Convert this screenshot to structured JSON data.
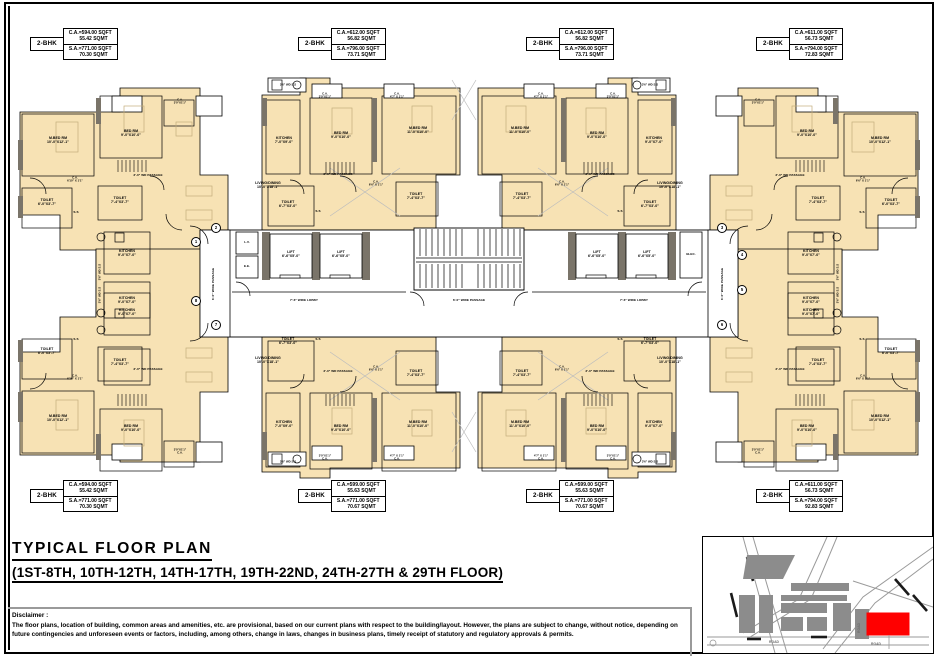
{
  "document": {
    "type": "architectural-floor-plan",
    "title_line1": "TYPICAL  FLOOR  PLAN",
    "title_line2": "(1ST-8TH, 10TH-12TH, 14TH-17TH, 19TH-22ND, 24TH-27TH & 29TH FLOOR)"
  },
  "disclaimer": {
    "heading": "Disclaimer :",
    "body": "The floor plans, location of building, common areas and amenities, etc. are provisional, based on our current plans with respect to the building/layout. However, the plans are subject to change, without notice, depending on future contingencies and unforeseen events or factors, including, among others, change in laws, changes in business plans, timely receipt of statutory and regulatory approvals & permits."
  },
  "colors": {
    "unit_fill": "#f7e2b4",
    "wall_dark": "#7a7469",
    "wall_black": "#000000",
    "paper": "#ffffff",
    "keyplan_plot": "#ff0000",
    "keyplan_grey": "#8c8c8c"
  },
  "area_legends": [
    {
      "id": "top-left",
      "bhk": "2-BHK",
      "carpet_label": "C.A.=594.00 SQFT",
      "carpet_sqmt": "55.42 SQMT",
      "saleable_label": "S.A.=771.00 SQFT",
      "saleable_sqmt": "70.30 SQMT"
    },
    {
      "id": "top-center-left",
      "bhk": "2-BHK",
      "carpet_label": "C.A.=612.00 SQFT",
      "carpet_sqmt": "56.82 SQMT",
      "saleable_label": "S.A.=796.00 SQFT",
      "saleable_sqmt": "73.71 SQMT"
    },
    {
      "id": "top-center-right",
      "bhk": "2-BHK",
      "carpet_label": "C.A.=612.00 SQFT",
      "carpet_sqmt": "56.82 SQMT",
      "saleable_label": "S.A.=796.00 SQFT",
      "saleable_sqmt": "73.71 SQMT"
    },
    {
      "id": "top-right",
      "bhk": "2-BHK",
      "carpet_label": "C.A.=611.00 SQFT",
      "carpet_sqmt": "56.73 SQMT",
      "saleable_label": "S.A.=794.00 SQFT",
      "saleable_sqmt": "72.83 SQMT"
    },
    {
      "id": "bottom-left",
      "bhk": "2-BHK",
      "carpet_label": "C.A.=594.00 SQFT",
      "carpet_sqmt": "55.42 SQMT",
      "saleable_label": "S.A.=771.00 SQFT",
      "saleable_sqmt": "70.30 SQMT"
    },
    {
      "id": "bottom-center-left",
      "bhk": "2-BHK",
      "carpet_label": "C.A.=599.00 SQFT",
      "carpet_sqmt": "55.63 SQMT",
      "saleable_label": "S.A.=771.00 SQFT",
      "saleable_sqmt": "70.67 SQMT"
    },
    {
      "id": "bottom-center-right",
      "bhk": "2-BHK",
      "carpet_label": "C.A.=599.00 SQFT",
      "carpet_sqmt": "55.63 SQMT",
      "saleable_label": "S.A.=771.00 SQFT",
      "saleable_sqmt": "70.67 SQMT"
    },
    {
      "id": "bottom-right",
      "bhk": "2-BHK",
      "carpet_label": "C.A.=611.00 SQFT",
      "carpet_sqmt": "56.73 SQMT",
      "saleable_label": "S.A.=794.00 SQFT",
      "saleable_sqmt": "92.83 SQMT"
    }
  ],
  "core": {
    "lift_label": "LIFT",
    "lift_size": "6'-6\"X5'-0\"",
    "lobby_left": "7'-6\" WIDE LOBBY",
    "lobby_right": "7'-6\" WIDE LOBBY",
    "passage_center": "6'-0\" WIDE PASSAGE",
    "passage_vert_left": "6'-0\" WIDE PASSAGE",
    "passage_vert_right": "6'-0\" WIDE PASSAGE",
    "lv": "L.V.",
    "ee": "E.E.",
    "elec": "ELEC."
  },
  "flat_numbers": [
    "1",
    "2",
    "3",
    "4",
    "5",
    "6",
    "7",
    "8"
  ],
  "rooms": {
    "master_bed": "M.BED RM",
    "bed": "BED RM",
    "living_dining": "LIVING/DINING",
    "kitchen": "KITCHEN",
    "toilet": "TOILET",
    "ca": "C.A.",
    "ss": "S.S",
    "passage_3ft": "3'-0\" WD PASSAGE",
    "duct_36": "3'6\" WD S.S"
  },
  "unit_labels": [
    {
      "unit": "top-left",
      "rooms": [
        {
          "name": "M.BED RM",
          "size": "10'-0\"X12'-1\""
        },
        {
          "name": "BED RM",
          "size": "9'-0\"X10'-0\""
        },
        {
          "name": "LIVING/DINING",
          "size": "10'-0\"X18'-1\""
        },
        {
          "name": "KITCHEN",
          "size": "9'-0\"X7'-0\""
        },
        {
          "name": "TOILET",
          "size": "6'-0\"X3'-7\""
        },
        {
          "name": "TOILET",
          "size": "7'-4\"X3'-7\""
        },
        {
          "name": "C.A.",
          "size": "6'10\" X 1'1\""
        },
        {
          "name": "C.A.",
          "size": "3'0\"X1'1\""
        }
      ]
    },
    {
      "unit": "top-center-left",
      "rooms": [
        {
          "name": "M.BED RM",
          "size": "11'-0\"X10'-0\""
        },
        {
          "name": "BED RM",
          "size": "9'-0\"X10'-0\""
        },
        {
          "name": "KITCHEN",
          "size": "7'-0\"X9'-0\""
        },
        {
          "name": "TOILET",
          "size": "7'-4\"X3'-7\""
        },
        {
          "name": "TOILET",
          "size": "6'-7\"X3'-0\""
        },
        {
          "name": "C.A.",
          "size": "6'6\" X 1'1\""
        },
        {
          "name": "C.A.",
          "size": "3'0\"X1'1\""
        },
        {
          "name": "C.A.",
          "size": "4'7\" X 1'1\""
        }
      ]
    },
    {
      "unit": "top-center-right",
      "rooms": [
        {
          "name": "M.BED RM",
          "size": "11'-0\"X10'-0\""
        },
        {
          "name": "BED RM",
          "size": "9'-0\"X10'-0\""
        },
        {
          "name": "KITCHEN",
          "size": "9'-0\"X7'-0\""
        },
        {
          "name": "TOILET",
          "size": "7'-4\"X3'-7\""
        },
        {
          "name": "C.A.",
          "size": "6'6\" X 1'1\""
        },
        {
          "name": "C.A.",
          "size": "4'7\" X 1'1\""
        },
        {
          "name": "C.A.",
          "size": "3'0\"X1'1\""
        }
      ]
    },
    {
      "unit": "top-right",
      "rooms": [
        {
          "name": "M.BED RM",
          "size": "10'-0\"X12'-1\""
        },
        {
          "name": "BED RM",
          "size": "9'-0\"X10'-0\""
        },
        {
          "name": "LIVING/DINING",
          "size": "10'-0\"X18'-1\""
        },
        {
          "name": "KITCHEN",
          "size": "9'-0\"X7'-0\""
        },
        {
          "name": "TOILET",
          "size": "7'-4\"X3'-7\""
        },
        {
          "name": "TOILET",
          "size": "6'-0\"X3'-7\""
        },
        {
          "name": "C.A.",
          "size": "6'6\" X 1'1\""
        },
        {
          "name": "C.A.",
          "size": "3'0\"X1'1\""
        }
      ]
    },
    {
      "unit": "bottom-left",
      "rooms": [
        {
          "name": "M.BED RM",
          "size": "10'-0\"X12'-1\""
        },
        {
          "name": "BED RM",
          "size": "9'-0\"X10'-0\""
        },
        {
          "name": "LIVING/DINING",
          "size": "10'-0\"X18'-1\""
        },
        {
          "name": "KITCHEN",
          "size": "9'-0\"X7'-0\""
        },
        {
          "name": "TOILET",
          "size": "6'-0\"X3'-7\""
        },
        {
          "name": "TOILET",
          "size": "7'-4\"X3'-7\""
        },
        {
          "name": "C.A.",
          "size": "6'10\" X 1'1\""
        },
        {
          "name": "C.A.",
          "size": "3'0\"X1'1\""
        }
      ]
    },
    {
      "unit": "bottom-center-left",
      "rooms": [
        {
          "name": "M.BED RM",
          "size": "11'-0\"X10'-0\""
        },
        {
          "name": "BED RM",
          "size": "9'-0\"X10'-0\""
        },
        {
          "name": "KITCHEN",
          "size": "7'-0\"X9'-0\""
        },
        {
          "name": "TOILET",
          "size": "6'-7\"X3'-0\""
        },
        {
          "name": "TOILET",
          "size": "7'-4\"X3'-7\""
        },
        {
          "name": "C.A.",
          "size": "6'6\" X 1'1\""
        },
        {
          "name": "C.A.",
          "size": "3'0\"X1'1\""
        },
        {
          "name": "C.A.",
          "size": "4'7\" X 1'1\""
        }
      ]
    },
    {
      "unit": "bottom-center-right",
      "rooms": [
        {
          "name": "M.BED RM",
          "size": "11'-0\"X10'-0\""
        },
        {
          "name": "BED RM",
          "size": "9'-0\"X10'-0\""
        },
        {
          "name": "KITCHEN",
          "size": "9'-0\"X7'-0\""
        },
        {
          "name": "TOILET",
          "size": "7'-4\"X3'-7\""
        },
        {
          "name": "C.A.",
          "size": "6'6\" X 1'1\""
        },
        {
          "name": "C.A.",
          "size": "4'7\" X 1'1\""
        },
        {
          "name": "C.A.",
          "size": "3'0\"X1'1\""
        }
      ]
    },
    {
      "unit": "bottom-right",
      "rooms": [
        {
          "name": "M.BED RM",
          "size": "10'-0\"X12'-1\""
        },
        {
          "name": "BED RM",
          "size": "9'-0\"X10'-0\""
        },
        {
          "name": "LIVING/DINING",
          "size": "10'-0\"X18'-1\""
        },
        {
          "name": "KITCHEN",
          "size": "9'-0\"X7'-0\""
        },
        {
          "name": "TOILET",
          "size": "7'-4\"X3'-7\""
        },
        {
          "name": "TOILET",
          "size": "6'-0\"X3'-7\""
        },
        {
          "name": "C.A.",
          "size": "6'6\" X 1'1\""
        },
        {
          "name": "C.A.",
          "size": "3'0\"X1'1\""
        }
      ]
    }
  ],
  "labels": {
    "l_mbed": "M.BED RM",
    "l_bed": "BED RM",
    "l_liv": "LIVING/DINING",
    "l_kit": "KITCHEN",
    "l_toi": "TOILET",
    "l_ca": "C.A.",
    "l_ss": "S.S",
    "sz_mbed_a": "10'-0\"X12'-1\"",
    "sz_mbed_b": "11'-0\"X10'-0\"",
    "sz_bed": "9'-0\"X10'-0\"",
    "sz_liv": "10'-0\"X18'-1\"",
    "sz_kit_a": "9'-0\"X7'-0\"",
    "sz_kit_b": "7'-0\"X9'-0\"",
    "sz_toi_a": "7'-4\"X3'-7\"",
    "sz_toi_b": "6'-0\"X3'-7\"",
    "sz_toi_c": "6'-7\"X3'-0\"",
    "sz_ca_a": "6'6\" X 1'1\"",
    "sz_ca_b": "6'10\" X 1'1\"",
    "sz_ca_c": "3'0\"X1'1\"",
    "sz_ca_d": "4'7\" X 1'1\"",
    "passage": "3'-0\" WD PASSAGE",
    "duct": "3'6\" WD S.S"
  }
}
